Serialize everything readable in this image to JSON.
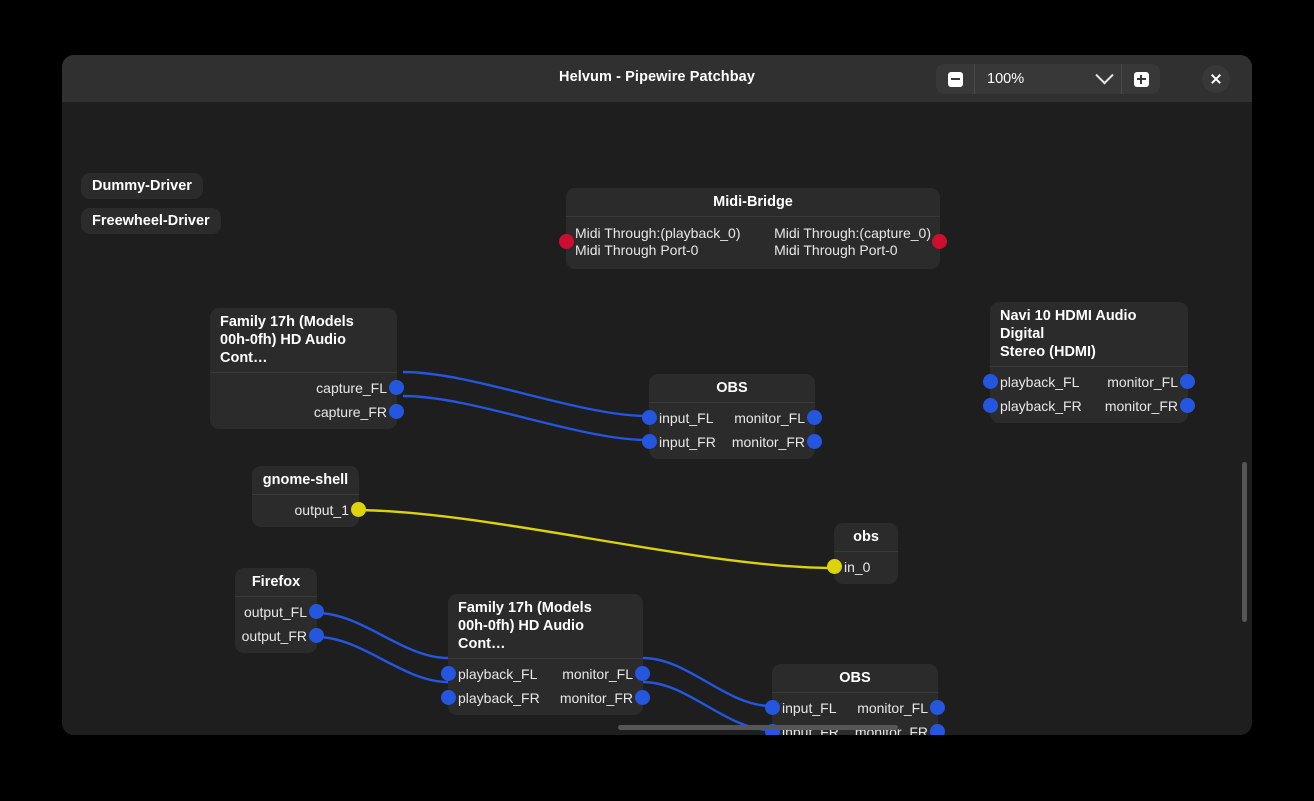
{
  "window": {
    "title": "Helvum - Pipewire Patchbay"
  },
  "header": {
    "zoom_out_icon": "minus-square-icon",
    "zoom_value": "100%",
    "zoom_dropdown_icon": "chevron-down-icon",
    "zoom_in_icon": "plus-square-icon",
    "close_icon": "close-icon"
  },
  "colors": {
    "audio_port": "#2456e0",
    "midi_port": "#cc0f30",
    "app_port": "#dcd30a",
    "node_bg": "#2b2b2b",
    "canvas_bg": "#1e1e1e",
    "header_bg": "#303030"
  },
  "drivers": [
    {
      "label": "Dummy-Driver"
    },
    {
      "label": "Freewheel-Driver"
    }
  ],
  "nodes": [
    {
      "id": "midi-bridge",
      "title": "Midi-Bridge",
      "inputs": [
        {
          "label_line1": "Midi Through:(playback_0)",
          "label_line2": "Midi Through Port-0",
          "port_type": "midi"
        }
      ],
      "outputs": [
        {
          "label_line1": "Midi Through:(capture_0)",
          "label_line2": "Midi Through Port-0",
          "port_type": "midi"
        }
      ]
    },
    {
      "id": "family17h-capture",
      "title": "Family 17h (Models 00h-0fh) HD Audio Cont…",
      "title_line1": "Family 17h (Models",
      "title_line2": "00h-0fh) HD Audio Cont…",
      "inputs": [],
      "outputs": [
        {
          "label": "capture_FL",
          "port_type": "audio"
        },
        {
          "label": "capture_FR",
          "port_type": "audio"
        }
      ]
    },
    {
      "id": "obs-top",
      "title": "OBS",
      "inputs": [
        {
          "label": "input_FL",
          "port_type": "audio"
        },
        {
          "label": "input_FR",
          "port_type": "audio"
        }
      ],
      "outputs": [
        {
          "label": "monitor_FL",
          "port_type": "audio"
        },
        {
          "label": "monitor_FR",
          "port_type": "audio"
        }
      ]
    },
    {
      "id": "navi10-hdmi",
      "title": "Navi 10 HDMI Audio Digital Stereo (HDMI)",
      "title_line1": "Navi 10 HDMI Audio Digital",
      "title_line2": "Stereo (HDMI)",
      "inputs": [
        {
          "label": "playback_FL",
          "port_type": "audio"
        },
        {
          "label": "playback_FR",
          "port_type": "audio"
        }
      ],
      "outputs": [
        {
          "label": "monitor_FL",
          "port_type": "audio"
        },
        {
          "label": "monitor_FR",
          "port_type": "audio"
        }
      ]
    },
    {
      "id": "gnome-shell",
      "title": "gnome-shell",
      "inputs": [],
      "outputs": [
        {
          "label": "output_1",
          "port_type": "app"
        }
      ]
    },
    {
      "id": "obs-mid",
      "title": "obs",
      "inputs": [
        {
          "label": "in_0",
          "port_type": "app"
        }
      ],
      "outputs": []
    },
    {
      "id": "firefox",
      "title": "Firefox",
      "inputs": [],
      "outputs": [
        {
          "label": "output_FL",
          "port_type": "audio"
        },
        {
          "label": "output_FR",
          "port_type": "audio"
        }
      ]
    },
    {
      "id": "family17h-playback",
      "title": "Family 17h (Models 00h-0fh) HD Audio Cont…",
      "title_line1": "Family 17h (Models",
      "title_line2": "00h-0fh) HD Audio Cont…",
      "inputs": [
        {
          "label": "playback_FL",
          "port_type": "audio"
        },
        {
          "label": "playback_FR",
          "port_type": "audio"
        }
      ],
      "outputs": [
        {
          "label": "monitor_FL",
          "port_type": "audio"
        },
        {
          "label": "monitor_FR",
          "port_type": "audio"
        }
      ]
    },
    {
      "id": "obs-bottom",
      "title": "OBS",
      "inputs": [
        {
          "label": "input_FL",
          "port_type": "audio"
        },
        {
          "label": "input_FR",
          "port_type": "audio"
        }
      ],
      "outputs": [
        {
          "label": "monitor_FL",
          "port_type": "audio"
        },
        {
          "label": "monitor_FR",
          "port_type": "audio"
        }
      ]
    }
  ],
  "links": [
    {
      "from": "family17h-capture.capture_FL",
      "to": "obs-top.input_FL",
      "color": "#2456e0"
    },
    {
      "from": "family17h-capture.capture_FR",
      "to": "obs-top.input_FR",
      "color": "#2456e0"
    },
    {
      "from": "gnome-shell.output_1",
      "to": "obs-mid.in_0",
      "color": "#dcd30a"
    },
    {
      "from": "firefox.output_FL",
      "to": "family17h-playback.playback_FL",
      "color": "#2456e0"
    },
    {
      "from": "firefox.output_FR",
      "to": "family17h-playback.playback_FR",
      "color": "#2456e0"
    },
    {
      "from": "family17h-playback.monitor_FL",
      "to": "obs-bottom.input_FL",
      "color": "#2456e0"
    },
    {
      "from": "family17h-playback.monitor_FR",
      "to": "obs-bottom.input_FR",
      "color": "#2456e0"
    }
  ],
  "scrollbars": {
    "vertical": "vertical-scrollbar",
    "horizontal": "horizontal-scrollbar"
  }
}
